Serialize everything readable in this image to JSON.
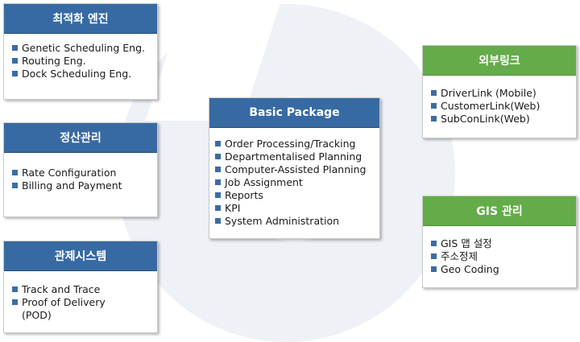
{
  "boxes": {
    "optimization": {
      "title": "최적화 엔진",
      "items": [
        "Genetic Scheduling Eng.",
        "Routing Eng.",
        "Dock Scheduling Eng."
      ]
    },
    "settlement": {
      "title": "정산관리",
      "items": [
        "Rate Configuration",
        "Billing and Payment"
      ]
    },
    "control": {
      "title": "관제시스템",
      "items": [
        "Track and Trace",
        "Proof of Delivery",
        "(POD)"
      ]
    },
    "basic": {
      "title": "Basic Package",
      "items": [
        "Order Processing/Tracking",
        "Departmentalised Planning",
        "Computer-Assisted Planning",
        "Job Assignment",
        "Reports",
        "KPI",
        "System Administration"
      ]
    },
    "external": {
      "title": "외부링크",
      "items": [
        "DriverLink (Mobile)",
        "CustomerLink(Web)",
        "SubConLink(Web)"
      ]
    },
    "gis": {
      "title": "GIS 관리",
      "items": [
        "GIS 맵 설정",
        "주소정제",
        "Geo Coding"
      ]
    }
  },
  "colors": {
    "blue_header": "#376aa3",
    "green_header": "#63ac49",
    "bullet": "#3a6ca5"
  }
}
